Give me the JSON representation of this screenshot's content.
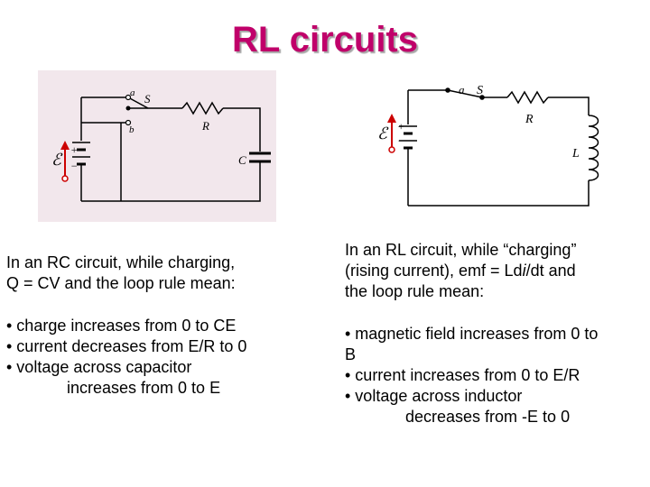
{
  "title": "RL circuits",
  "rc_diagram": {
    "labels": {
      "a": "a",
      "s": "S",
      "b": "b",
      "r": "R",
      "c": "C",
      "emf": "ℰ",
      "plus": "+",
      "minus": "−"
    },
    "background": "#f2e7ec"
  },
  "rl_diagram": {
    "labels": {
      "a": "a",
      "s": "S",
      "r": "R",
      "l": "L",
      "emf": "ℰ",
      "plus": "+",
      "minus": "−"
    }
  },
  "left_text": {
    "intro_1": "In an RC circuit, while charging,",
    "intro_2": "Q = CV and the loop rule mean:",
    "bullet_1": "• charge increases from 0 to CE",
    "bullet_2": "• current decreases from E/R to 0",
    "bullet_3a": "• voltage across capacitor",
    "bullet_3b": "increases from 0 to E"
  },
  "right_text": {
    "intro_1": "In an RL circuit, while “charging”",
    "intro_2a": "(rising current), emf = Ld",
    "intro_2_italic": "i",
    "intro_2b": "/dt and",
    "intro_3": "the loop rule mean:",
    "bullet_1a": "• magnetic field increases from 0 to",
    "bullet_1b": "B",
    "bullet_2": "• current increases from 0 to E/R",
    "bullet_3a": "• voltage across inductor",
    "bullet_3b": "decreases from -E to 0"
  },
  "colors": {
    "title": "#c0006a",
    "emf_arrow": "#cc0000"
  }
}
